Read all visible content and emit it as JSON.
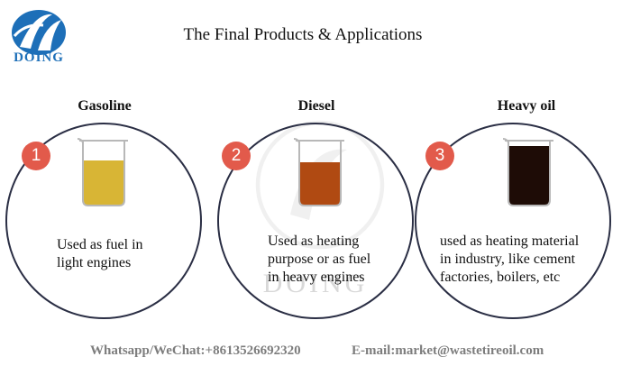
{
  "brand": {
    "logo_text": "DOING",
    "blue": "#1d6fb8"
  },
  "title": "The Final Products & Applications",
  "watermark_text": "DOING",
  "products": [
    {
      "number": "1",
      "name": "Gasoline",
      "description_lines": [
        "Used as fuel in",
        "light engines"
      ],
      "liquid_color": "#d8b535"
    },
    {
      "number": "2",
      "name": "Diesel",
      "description_lines": [
        "Used as heating",
        "purpose or as fuel",
        "in heavy engines"
      ],
      "liquid_color": "#b04a12"
    },
    {
      "number": "3",
      "name": "Heavy oil",
      "description_lines": [
        "used as heating material",
        "in industry, like cement",
        "factories, boilers, etc"
      ],
      "liquid_color": "#1e0c06"
    }
  ],
  "footer": {
    "contact": "Whatsapp/WeChat:+8613526692320",
    "email": "E-mail:market@wastetireoil.com"
  },
  "colors": {
    "badge": "#e25a4b",
    "circle_border": "#2a2e44",
    "footer_text": "#7d7d7d"
  }
}
